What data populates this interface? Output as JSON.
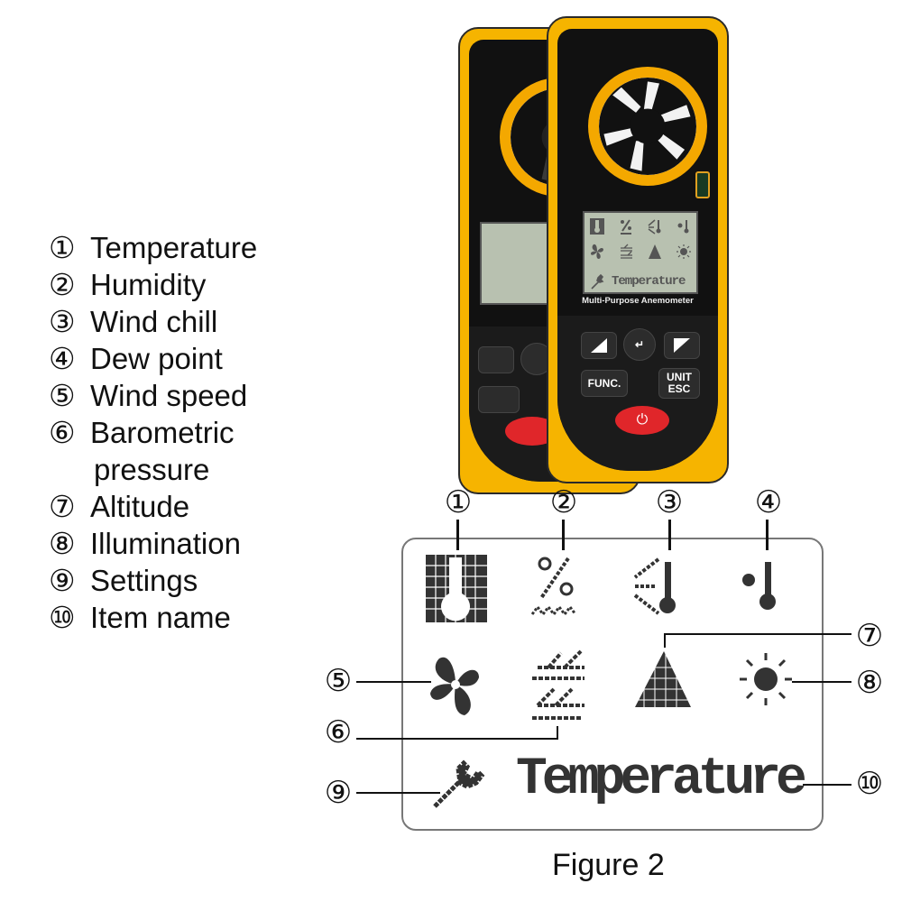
{
  "legend": [
    {
      "num": "①",
      "label": "Temperature"
    },
    {
      "num": "②",
      "label": "Humidity"
    },
    {
      "num": "③",
      "label": "Wind chill"
    },
    {
      "num": "④",
      "label": "Dew point"
    },
    {
      "num": "⑤",
      "label": "Wind speed"
    },
    {
      "num": "⑥",
      "label": "Barometric",
      "cont": "pressure"
    },
    {
      "num": "⑦",
      "label": "Altitude"
    },
    {
      "num": "⑧",
      "label": "Illumination"
    },
    {
      "num": "⑨",
      "label": "Settings"
    },
    {
      "num": "⑩",
      "label": "Item name"
    }
  ],
  "device": {
    "label": "Multi-Purpose Anemometer",
    "lcd_item": "Temperature",
    "func_key": "FUNC.",
    "unit_key": "UNIT",
    "esc_key": "ESC",
    "enter_key": "↵",
    "power_key": "⏻"
  },
  "lcd": {
    "item_name": "Temperature"
  },
  "callouts": [
    "①",
    "②",
    "③",
    "④",
    "⑤",
    "⑥",
    "⑦",
    "⑧",
    "⑨",
    "⑩"
  ],
  "caption": "Figure 2"
}
